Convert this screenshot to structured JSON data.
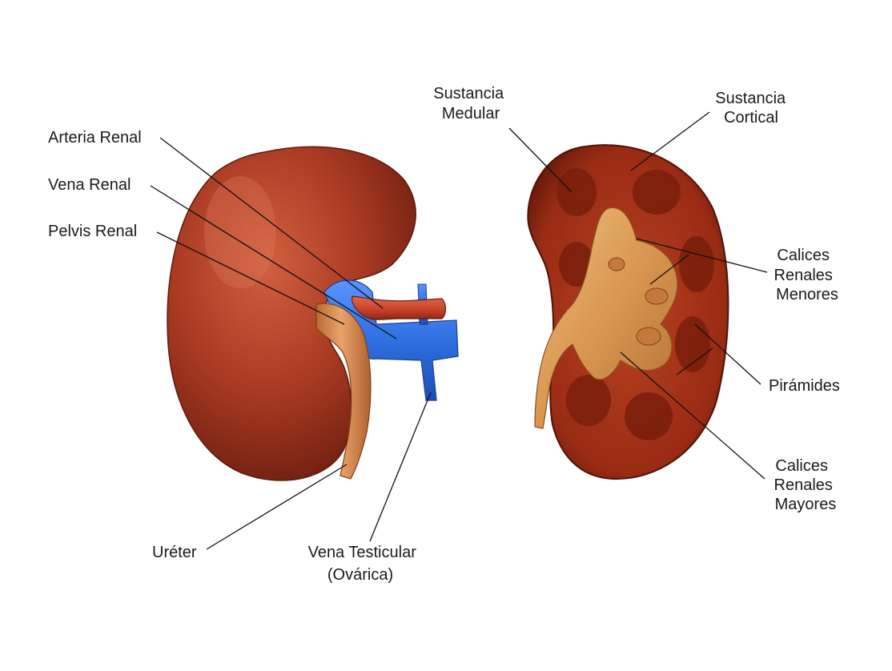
{
  "labels": {
    "arteria_renal": "Arteria Renal",
    "vena_renal": "Vena Renal",
    "pelvis_renal": "Pelvis Renal",
    "ureter": "Uréter",
    "vena_testicular": [
      "Vena Testicular",
      "(Ovárica)"
    ],
    "sustancia_medular": [
      "Sustancia",
      "Medular"
    ],
    "sustancia_cortical": [
      "Sustancia",
      "Cortical"
    ],
    "calices_menores": [
      "Calices",
      "Renales",
      "Menores"
    ],
    "piramides": "Pirámides",
    "calices_mayores": [
      "Calices",
      "Renales",
      "Mayores"
    ]
  },
  "colors": {
    "kidney": "#a83a22",
    "kidney_dark": "#6e1e10",
    "kidney_light": "#d0603f",
    "vein": "#2f6fe0",
    "artery": "#c8402a",
    "pelvis": "#d08a4a",
    "calyx": "#e0a860",
    "cortex": "#9a2c14",
    "medulla": "#7a1e0c"
  }
}
